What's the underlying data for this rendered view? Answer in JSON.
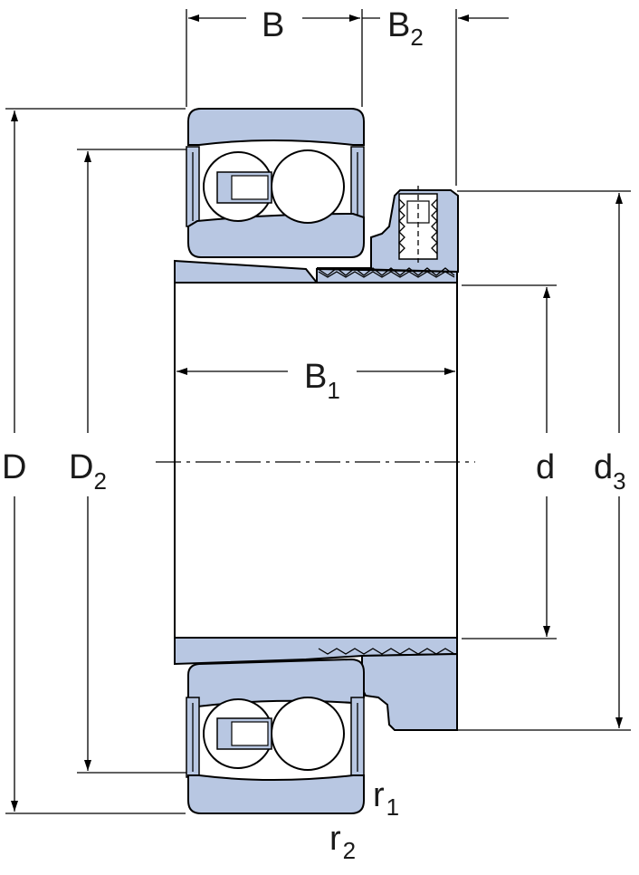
{
  "colors": {
    "steel_fill": "#b8c7e2",
    "ball_fill": "#ffffff",
    "line": "#000000",
    "label": "#1a1a1a"
  },
  "labels": {
    "B": {
      "main": "B",
      "sub": ""
    },
    "B2": {
      "main": "B",
      "sub": "2"
    },
    "B1": {
      "main": "B",
      "sub": "1"
    },
    "D": {
      "main": "D",
      "sub": ""
    },
    "D2": {
      "main": "D",
      "sub": "2"
    },
    "d": {
      "main": "d",
      "sub": ""
    },
    "d3": {
      "main": "d",
      "sub": "3"
    },
    "r1": {
      "main": "r",
      "sub": "1"
    },
    "r2": {
      "main": "r",
      "sub": "2"
    }
  }
}
